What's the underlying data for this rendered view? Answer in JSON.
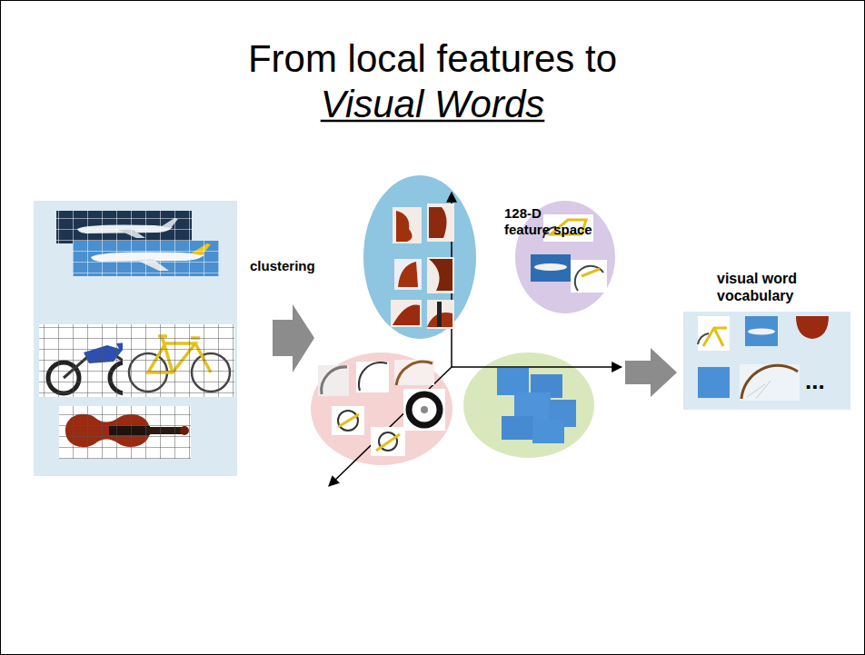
{
  "diagram": {
    "title": "From local features to Visual Words",
    "nodes": [
      {
        "text": [
          "visual word vocabulary",
          "..."
        ]
      }
    ],
    "labels": [
      "clustering",
      "128-D feature space"
    ]
  }
}
